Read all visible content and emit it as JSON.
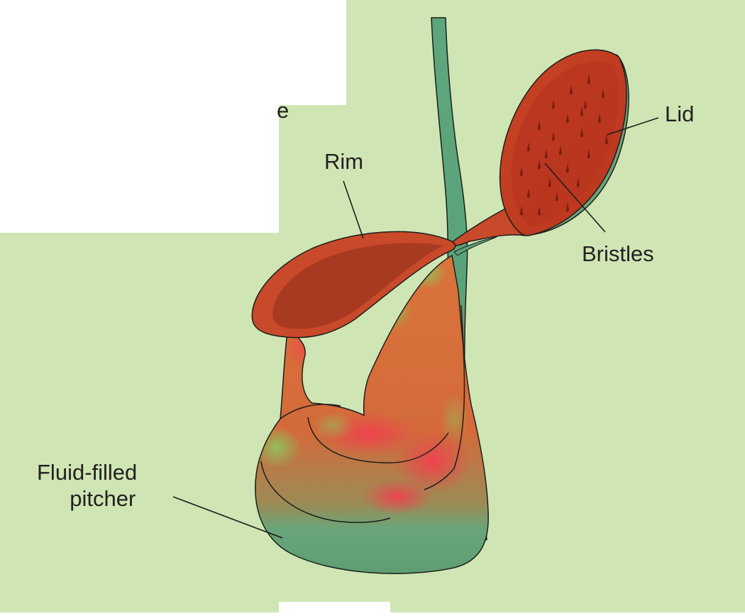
{
  "diagram": {
    "labels": {
      "rim": "Rim",
      "lid": "Lid",
      "bristles": "Bristles",
      "pitcher_line1": "Fluid-filled",
      "pitcher_line2": "pitcher",
      "fragment": "e"
    },
    "colors": {
      "background": "#cfe6b4",
      "stem": "#5aa37a",
      "rim": "#c84a2a",
      "lid_inner": "#b8351f",
      "bristles": "#7a1f10",
      "pitcher_red": "#e8484e",
      "pitcher_orange": "#d9743a",
      "pitcher_green": "#6aa57a"
    }
  }
}
